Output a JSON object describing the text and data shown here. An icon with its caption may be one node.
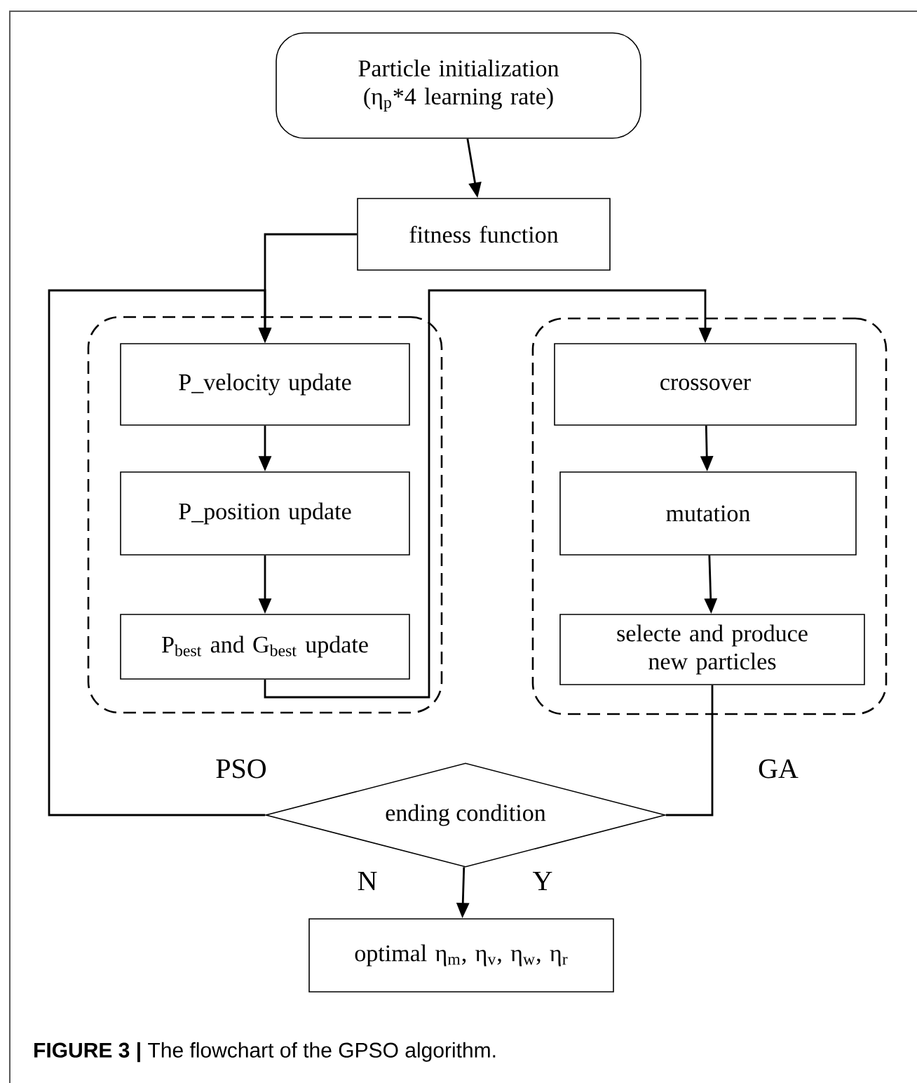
{
  "diagram": {
    "caption": "**FIGURE 3 |** The flowchart of the GPSO algorithm.",
    "nodes": [
      {
        "text": [
          "Particle initialization (η$_{p}$*4 learning rate)"
        ]
      },
      {
        "text": [
          "fitness function"
        ]
      },
      {
        "text": [
          "PSO"
        ]
      },
      {
        "text": [
          "P_velocity update"
        ],
        "in": 2
      },
      {
        "text": [
          "P_position update"
        ],
        "in": 2
      },
      {
        "text": [
          "P$_{best}$ and G$_{best}$ update"
        ],
        "in": 2
      },
      {
        "text": [
          "GA"
        ]
      },
      {
        "text": [
          "crossover"
        ],
        "in": 6
      },
      {
        "text": [
          "mutation"
        ],
        "in": 6
      },
      {
        "text": [
          "selecte and produce new particles"
        ],
        "in": 6
      },
      {
        "text": [
          "ending condition"
        ]
      },
      {
        "text": [
          "optimal η$_{m}$, η$_{v}$, η$_{w}$, η$_{r}$"
        ]
      }
    ],
    "edges": [
      {
        "from": 0,
        "to": 1,
        "arrow": "to"
      },
      {
        "from": 1,
        "to": 3,
        "arrow": "to"
      },
      {
        "from": 3,
        "to": 4,
        "arrow": "to"
      },
      {
        "from": 4,
        "to": 5,
        "arrow": "to"
      },
      {
        "from": 5,
        "to": 7,
        "arrow": "to"
      },
      {
        "from": 7,
        "to": 8,
        "arrow": "to"
      },
      {
        "from": 8,
        "to": 9,
        "arrow": "to"
      },
      {
        "from": 9,
        "to": 10,
        "arrow": "none"
      },
      {
        "from": 10,
        "to": 3,
        "arrow": "to"
      },
      {
        "from": 10,
        "to": 11,
        "arrow": "to"
      }
    ],
    "labels": [
      "N",
      "Y"
    ]
  }
}
